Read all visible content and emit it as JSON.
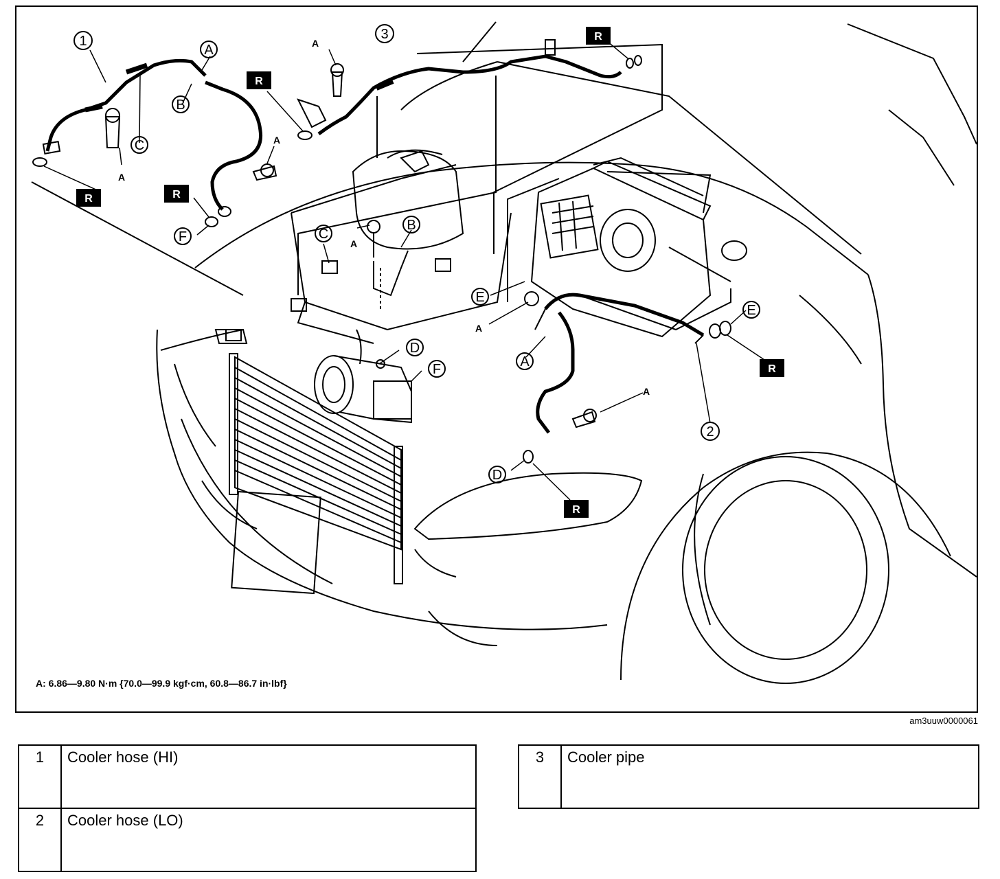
{
  "figure": {
    "id": "am3uuw0000061",
    "torque_note": "A: 6.86—9.80 N·m {70.0—99.9 kgf·cm, 60.8—86.7 in·lbf}",
    "callout_numbers": [
      "1",
      "2",
      "3"
    ],
    "callout_letters": {
      "A": "A",
      "B": "B",
      "C": "C",
      "D": "D",
      "E": "E",
      "F": "F"
    },
    "replace_marker": "R"
  },
  "parts": [
    {
      "num": "1",
      "name": "Cooler hose (HI)"
    },
    {
      "num": "2",
      "name": "Cooler hose (LO)"
    },
    {
      "num": "3",
      "name": "Cooler pipe"
    }
  ]
}
